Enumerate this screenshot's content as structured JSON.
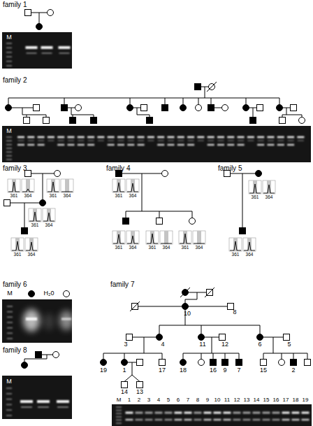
{
  "diagram": {
    "labels": [
      "family 1",
      "M",
      "family 2",
      "M",
      "family 3",
      "361",
      "364",
      "361",
      "364",
      "361",
      "364",
      "361",
      "364",
      "family 4",
      "361",
      "364",
      "361",
      "364",
      "361",
      "364",
      "361",
      "364",
      "family 5",
      "361",
      "364",
      "361",
      "364",
      "family 6",
      "M",
      "H₂0",
      "family 7",
      "10",
      "8",
      "3",
      "4",
      "11",
      "12",
      "6",
      "5",
      "19",
      "1",
      "17",
      "18",
      "16",
      "9",
      "7",
      "15",
      "2",
      "14",
      "13",
      "M",
      "1",
      "2",
      "3",
      "4",
      "5",
      "6",
      "7",
      "8",
      "9",
      "10",
      "11",
      "12",
      "13",
      "14",
      "15",
      "16",
      "17",
      "18",
      "19",
      "family 8",
      "M"
    ]
  }
}
